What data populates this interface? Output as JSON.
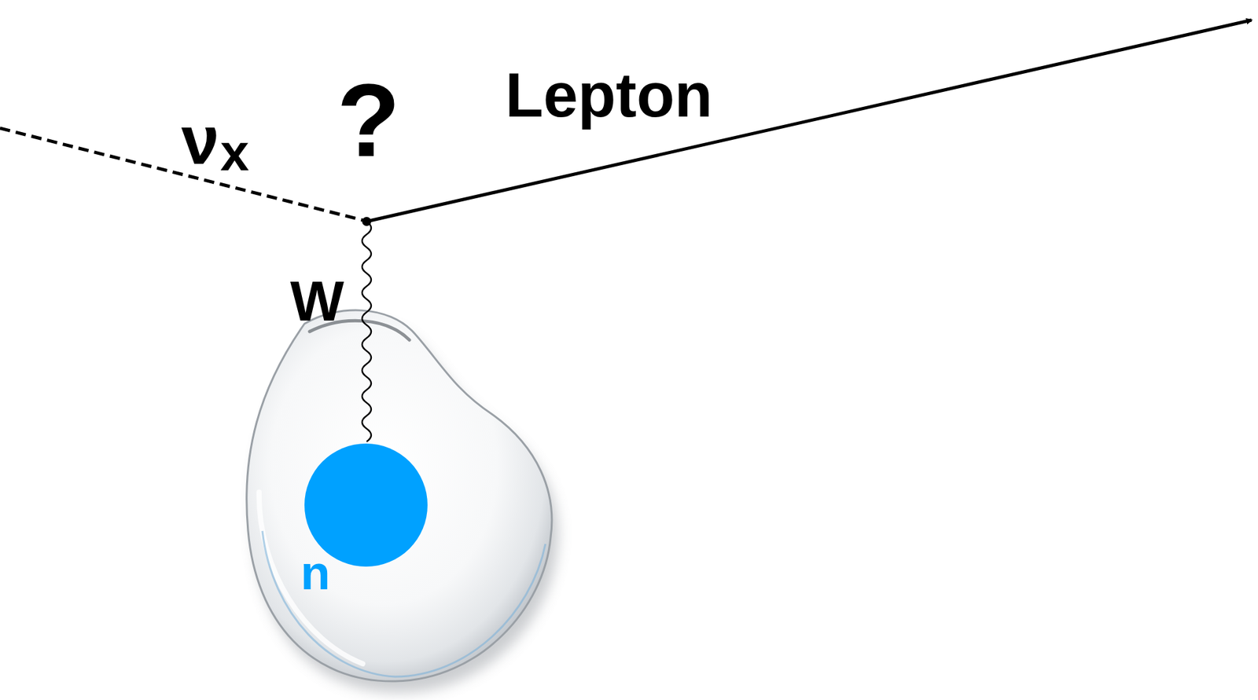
{
  "diagram": {
    "nodes": [
      {
        "text": [
          "n"
        ]
      }
    ],
    "labels": [
      "ν",
      "x",
      "?",
      "Lepton",
      "W"
    ]
  }
}
